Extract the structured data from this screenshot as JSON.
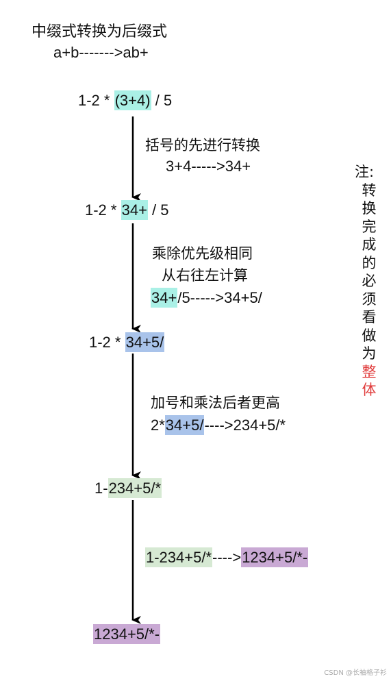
{
  "header": {
    "title": "中缀式转换为后缀式",
    "example": "a+b------->ab+"
  },
  "steps": [
    {
      "pre": "1-2 * ",
      "hl": "(3+4)",
      "post": " / 5"
    },
    {
      "pre": "1-2 * ",
      "hl": "34+",
      "post": " / 5"
    },
    {
      "pre": "1-2 * ",
      "hl": "34+5/",
      "post": ""
    },
    {
      "pre": "1-",
      "hl": "234+5/*",
      "post": ""
    },
    {
      "pre": "",
      "hl": "1234+5/*-",
      "post": ""
    }
  ],
  "notes": [
    {
      "line1": "括号的先进行转换",
      "line2": "3+4----->34+"
    },
    {
      "line1": "乘除优先级相同",
      "line2": "从右往左计算",
      "hl3": "34+",
      "rest3": "/5----->34+5/"
    },
    {
      "line1": "加号和乘法后者更高",
      "pre2": "2*",
      "hl2": "34+5/",
      "rest2": "---->234+5/*"
    },
    {
      "hlA": "1-234+5/*",
      "mid": "---->",
      "hlB": "1234+5/*-"
    }
  ],
  "side_note": {
    "label": "注:",
    "chars": [
      "转",
      "换",
      "完",
      "成",
      "的",
      "必",
      "须",
      "看",
      "做",
      "为"
    ],
    "red_chars": [
      "整",
      "体"
    ]
  },
  "colors": {
    "cyan": "#aaf0e6",
    "blue": "#a9c3ea",
    "green": "#d6e9d3",
    "purple": "#c9a9d4",
    "red": "#e03b3b"
  },
  "watermark": "CSDN @长袖格子衫"
}
